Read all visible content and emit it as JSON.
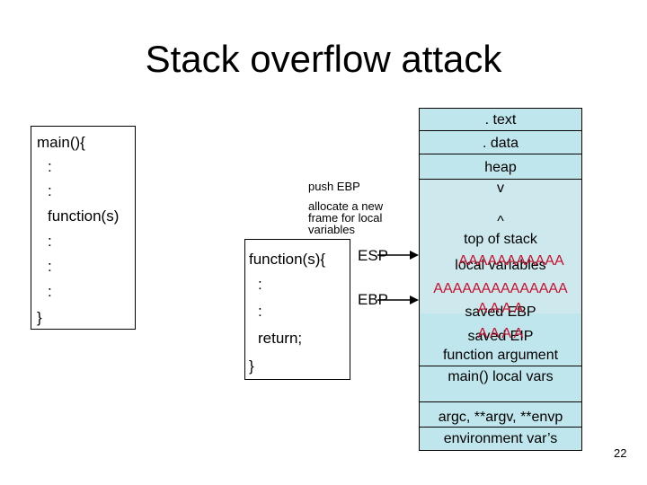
{
  "slide": {
    "title": "Stack overflow attack",
    "page_number": "22"
  },
  "main_code": {
    "lines": [
      "main(){",
      ":",
      ":",
      "function(s)",
      ":",
      ":",
      ":",
      "}"
    ]
  },
  "function_code": {
    "lines": [
      "function(s){",
      ":",
      ":",
      "return;",
      "}"
    ]
  },
  "annotations": {
    "push_ebp": "push EBP",
    "allocate": [
      "allocate a new",
      "frame for local",
      "variables"
    ]
  },
  "pointers": {
    "esp": "ESP",
    "ebp": "EBP"
  },
  "stack": {
    "text": ". text",
    "data": ". data",
    "heap": "heap",
    "down_arrow": "v",
    "up_arrow": "^",
    "top_of_stack": "top of stack",
    "local_variables": "local variables",
    "overflow_local": "AAAAAAAAAAA",
    "overflow_full": "AAAAAAAAAAAAAA",
    "saved_ebp": "saved EBP",
    "overflow_ebp": "A A A A",
    "saved_eip": "saved EIP",
    "overflow_eip": "A A A A",
    "function_argument": "function argument",
    "main_local_vars": "main() local vars",
    "argc_argv": "argc, **argv, **envp",
    "environment": "environment var’s"
  },
  "colors": {
    "stack_fill": "#bfe6ec",
    "overflow_text": "#c8102e"
  }
}
